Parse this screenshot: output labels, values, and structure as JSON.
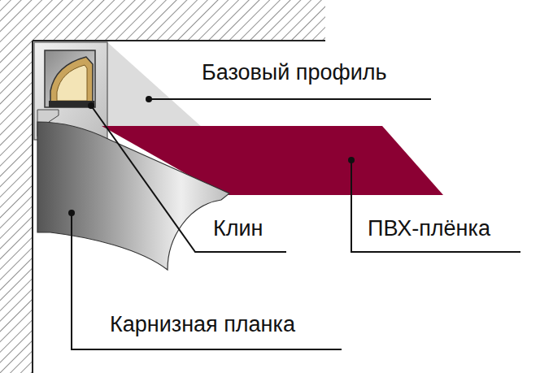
{
  "diagram": {
    "labels": [
      "Базовый профиль",
      "Клин",
      "ПВХ-плёнка",
      "Карнизная планка"
    ]
  }
}
